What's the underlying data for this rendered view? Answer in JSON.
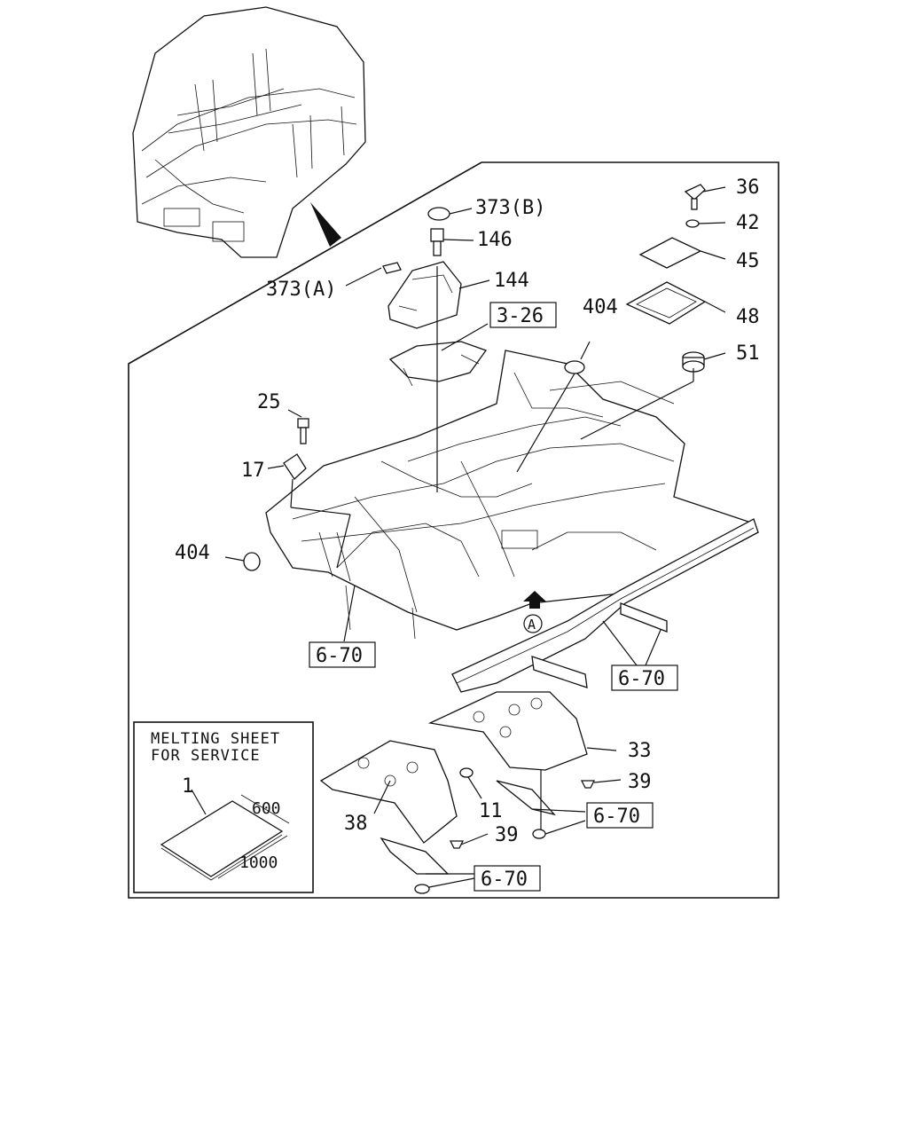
{
  "callouts": [
    {
      "id": "373b",
      "label": "373(B)"
    },
    {
      "id": "146",
      "label": "146"
    },
    {
      "id": "373a",
      "label": "373(A)"
    },
    {
      "id": "144",
      "label": "144"
    },
    {
      "id": "404top",
      "label": "404"
    },
    {
      "id": "36",
      "label": "36"
    },
    {
      "id": "42",
      "label": "42"
    },
    {
      "id": "45",
      "label": "45"
    },
    {
      "id": "48",
      "label": "48"
    },
    {
      "id": "51",
      "label": "51"
    },
    {
      "id": "25",
      "label": "25"
    },
    {
      "id": "17",
      "label": "17"
    },
    {
      "id": "404left",
      "label": "404"
    },
    {
      "id": "33",
      "label": "33"
    },
    {
      "id": "39a",
      "label": "39"
    },
    {
      "id": "11",
      "label": "11"
    },
    {
      "id": "38",
      "label": "38"
    },
    {
      "id": "39b",
      "label": "39"
    }
  ],
  "references": [
    {
      "id": "ref-3-26",
      "label": "3-26"
    },
    {
      "id": "ref-6-70-a",
      "label": "6-70"
    },
    {
      "id": "ref-6-70-b",
      "label": "6-70"
    },
    {
      "id": "ref-6-70-c",
      "label": "6-70"
    },
    {
      "id": "ref-6-70-d",
      "label": "6-70"
    }
  ],
  "view_marker": "A",
  "inset": {
    "line1": "MELTING SHEET",
    "line2": "FOR SERVICE",
    "part": "1",
    "dim_width": "600",
    "dim_length": "1000"
  }
}
